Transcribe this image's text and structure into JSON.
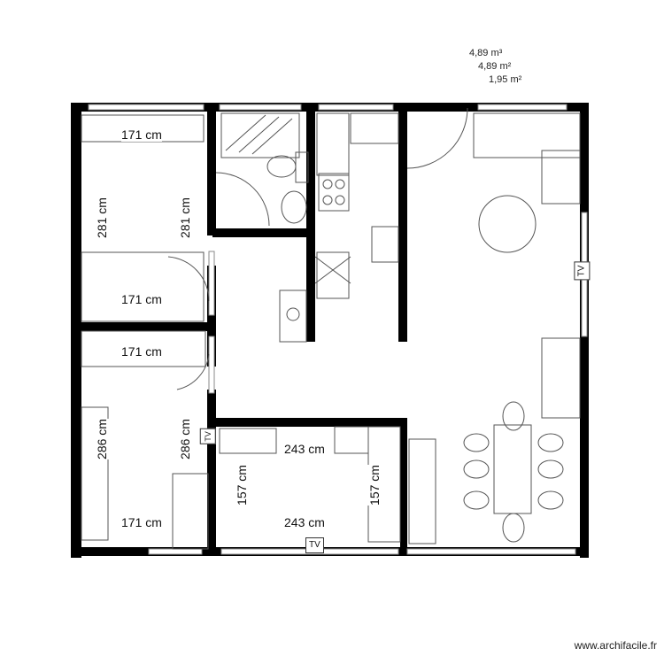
{
  "areas": [
    "4,89 m³",
    "4,89 m²",
    "1,95 m²"
  ],
  "dimensions": {
    "bed1_top": "171 cm",
    "bed1_left": "281 cm",
    "bed1_right": "281 cm",
    "bed1_bottom": "171 cm",
    "bed2_top": "171 cm",
    "bed2_left": "286 cm",
    "bed2_right": "286 cm",
    "bed2_bottom": "171 cm",
    "bed3_top": "243 cm",
    "bed3_bottom": "243 cm",
    "bed3_left": "157 cm",
    "bed3_right": "157 cm"
  },
  "tv_labels": [
    "TV",
    "TV",
    "TV"
  ],
  "watermark": "www.archifacile.fr",
  "colors": {
    "wall": "#000000",
    "fixture": "#555555"
  }
}
